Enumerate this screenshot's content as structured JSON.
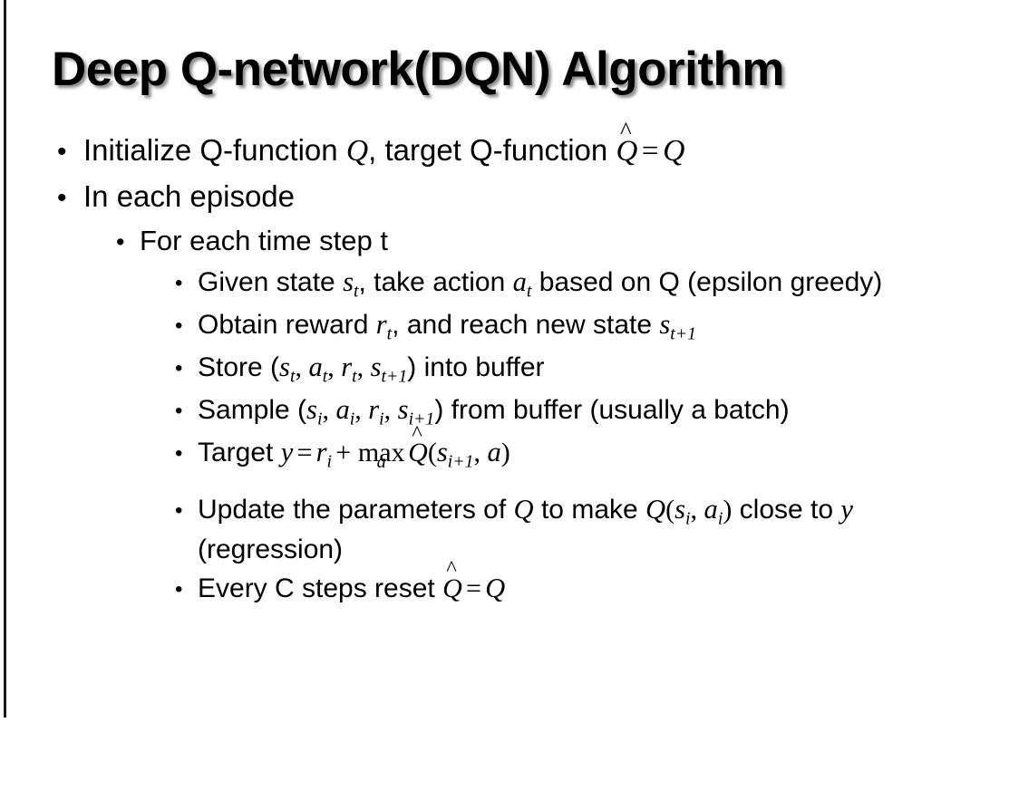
{
  "slide": {
    "title": "Deep Q-network(DQN) Algorithm",
    "accent_color": "#1a1a1a",
    "background_color": "#ffffff",
    "text_color": "#000000",
    "bullet_glyph": "•"
  },
  "bullets": {
    "initialize": {
      "pre": "Initialize Q-function ",
      "var_q1": "Q",
      "mid": ", target Q-function ",
      "hat_accent": "^",
      "var_qhat": "Q",
      "equals": "=",
      "var_q2": "Q"
    },
    "in_each_episode": "In each episode",
    "for_each_time_step": "For each time step t",
    "given_state": {
      "pre": "Given state ",
      "var_s": "s",
      "sub_s": "t",
      "mid": ", take action ",
      "var_a": "a",
      "sub_a": "t",
      "post": " based on Q (epsilon greedy)"
    },
    "obtain_reward": {
      "pre": "Obtain reward ",
      "var_r": "r",
      "sub_r": "t",
      "mid": ", and reach new state ",
      "var_s": "s",
      "sub_s": "t+1"
    },
    "store": {
      "pre": "Store (",
      "var_s1": "s",
      "sub_s1": "t",
      "c1": ", ",
      "var_a": "a",
      "sub_a": "t",
      "c2": ", ",
      "var_r": "r",
      "sub_r": "t",
      "c3": ", ",
      "var_s2": "s",
      "sub_s2": "t+1",
      "post": ") into buffer"
    },
    "sample": {
      "pre": "Sample (",
      "var_s1": "s",
      "sub_s1": "i",
      "c1": ", ",
      "var_a": "a",
      "sub_a": "i",
      "c2": ", ",
      "var_r": "r",
      "sub_r": "i",
      "c3": ", ",
      "var_s2": "s",
      "sub_s2": "i+1",
      "post": ") from buffer (usually a batch)"
    },
    "target": {
      "pre": "Target ",
      "var_y": "y",
      "equals": "=",
      "var_r": "r",
      "sub_r": "i",
      "plus": "+",
      "max_op": "max",
      "max_sub": "a",
      "hat_accent": "^",
      "var_qhat": "Q",
      "open": "(",
      "var_s": "s",
      "sub_s": "i+1",
      "comma": ", ",
      "var_a": "a",
      "close": ")"
    },
    "update": {
      "pre": "Update the parameters of ",
      "var_q1": "Q",
      "mid": " to make ",
      "var_q2": "Q",
      "open": "(",
      "var_s": "s",
      "sub_s": "i",
      "comma": ", ",
      "var_a": "a",
      "sub_a": "i",
      "close": ")",
      "post": " close to ",
      "var_y": "y",
      "tail": " (regression)"
    },
    "reset": {
      "pre": "Every C steps reset ",
      "hat_accent": "^",
      "var_qhat": "Q",
      "equals": "=",
      "var_q": "Q"
    }
  }
}
